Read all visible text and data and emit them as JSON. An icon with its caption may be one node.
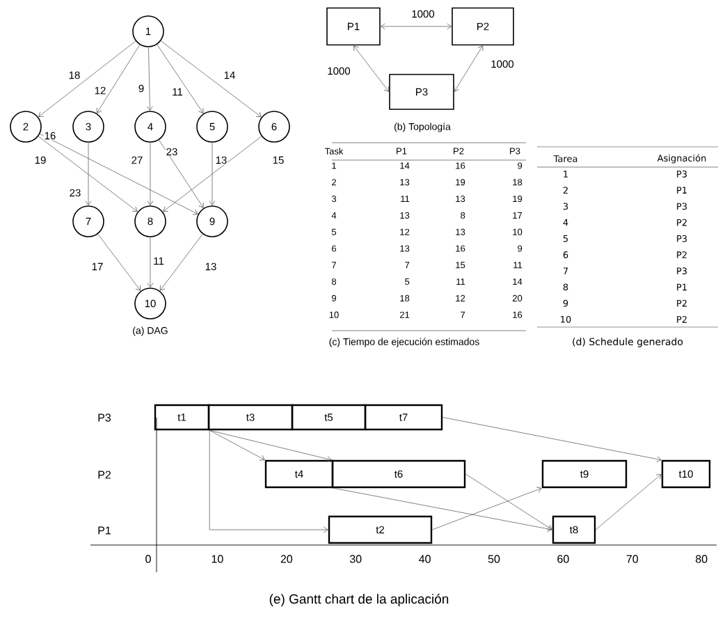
{
  "diagram": {
    "caption": "(e) Gantt chart de la aplicación",
    "nodes": [
      {
        "text": [
          "1"
        ]
      },
      {
        "text": [
          "2"
        ]
      },
      {
        "text": [
          "3"
        ]
      },
      {
        "text": [
          "4"
        ]
      },
      {
        "text": [
          "5"
        ]
      },
      {
        "text": [
          "6"
        ]
      },
      {
        "text": [
          "7"
        ]
      },
      {
        "text": [
          "8"
        ]
      },
      {
        "text": [
          "9"
        ]
      },
      {
        "text": [
          "10"
        ]
      },
      {
        "text": [
          "P1"
        ]
      },
      {
        "text": [
          "P2"
        ]
      },
      {
        "text": [
          "P3"
        ]
      },
      {
        "text": [
          "t1"
        ]
      },
      {
        "text": [
          "t3"
        ]
      },
      {
        "text": [
          "t5"
        ]
      },
      {
        "text": [
          "t7"
        ]
      },
      {
        "text": [
          "t4"
        ]
      },
      {
        "text": [
          "t6"
        ]
      },
      {
        "text": [
          "t9"
        ]
      },
      {
        "text": [
          "t10"
        ]
      },
      {
        "text": [
          "t2"
        ]
      },
      {
        "text": [
          "t8"
        ]
      }
    ],
    "edges": [
      {
        "from": 0,
        "to": 1,
        "arrow": "to",
        "label": "18"
      },
      {
        "from": 0,
        "to": 2,
        "arrow": "to",
        "label": "12"
      },
      {
        "from": 0,
        "to": 3,
        "arrow": "to",
        "label": "9"
      },
      {
        "from": 0,
        "to": 4,
        "arrow": "to",
        "label": "11"
      },
      {
        "from": 0,
        "to": 5,
        "arrow": "to",
        "label": "14"
      },
      {
        "from": 1,
        "to": 7,
        "arrow": "to",
        "label": "19"
      },
      {
        "from": 1,
        "to": 8,
        "arrow": "to",
        "label": "16"
      },
      {
        "from": 2,
        "to": 6,
        "arrow": "to",
        "label": "23"
      },
      {
        "from": 3,
        "to": 7,
        "arrow": "to",
        "label": "27"
      },
      {
        "from": 3,
        "to": 8,
        "arrow": "to",
        "label": "23"
      },
      {
        "from": 4,
        "to": 8,
        "arrow": "to",
        "label": "13"
      },
      {
        "from": 5,
        "to": 7,
        "arrow": "to",
        "label": "15"
      },
      {
        "from": 6,
        "to": 9,
        "arrow": "to",
        "label": "17"
      },
      {
        "from": 7,
        "to": 9,
        "arrow": "to",
        "label": "11"
      },
      {
        "from": 8,
        "to": 9,
        "arrow": "to",
        "label": "13"
      },
      {
        "from": 10,
        "to": 11,
        "arrow": "both",
        "label": "1000"
      },
      {
        "from": 10,
        "to": 12,
        "arrow": "both",
        "label": "1000"
      },
      {
        "from": 11,
        "to": 12,
        "arrow": "both",
        "label": "1000"
      },
      {
        "from": 13,
        "to": 17,
        "arrow": "to"
      },
      {
        "from": 13,
        "to": 18,
        "arrow": "to"
      },
      {
        "from": 13,
        "to": 21,
        "arrow": "to"
      },
      {
        "from": 16,
        "to": 20,
        "arrow": "to"
      },
      {
        "from": 17,
        "to": 22,
        "arrow": "to"
      },
      {
        "from": 18,
        "to": 22,
        "arrow": "to"
      },
      {
        "from": 21,
        "to": 19,
        "arrow": "to"
      },
      {
        "from": 22,
        "to": 20,
        "arrow": "to"
      }
    ],
    "labels": [
      "(a) DAG",
      "(b) Topología",
      "Task",
      "P1",
      "P2",
      "P3",
      "1",
      "14",
      "16",
      "9",
      "2",
      "13",
      "19",
      "18",
      "3",
      "11",
      "13",
      "19",
      "4",
      "13",
      "8",
      "17",
      "5",
      "12",
      "13",
      "10",
      "6",
      "13",
      "16",
      "9",
      "7",
      "7",
      "15",
      "11",
      "8",
      "5",
      "11",
      "14",
      "9",
      "18",
      "12",
      "20",
      "10",
      "21",
      "7",
      "16",
      "(c) Tiempo de ejecución estimados",
      "Tarea",
      "Asignación",
      "1",
      "P3",
      "2",
      "P1",
      "3",
      "P3",
      "4",
      "P2",
      "5",
      "P3",
      "6",
      "P2",
      "7",
      "P3",
      "8",
      "P1",
      "9",
      "P2",
      "10",
      "P2",
      "(d) Schedule generado",
      "P3",
      "P2",
      "P1",
      "0",
      "10",
      "20",
      "30",
      "40",
      "50",
      "60",
      "70",
      "80"
    ]
  }
}
